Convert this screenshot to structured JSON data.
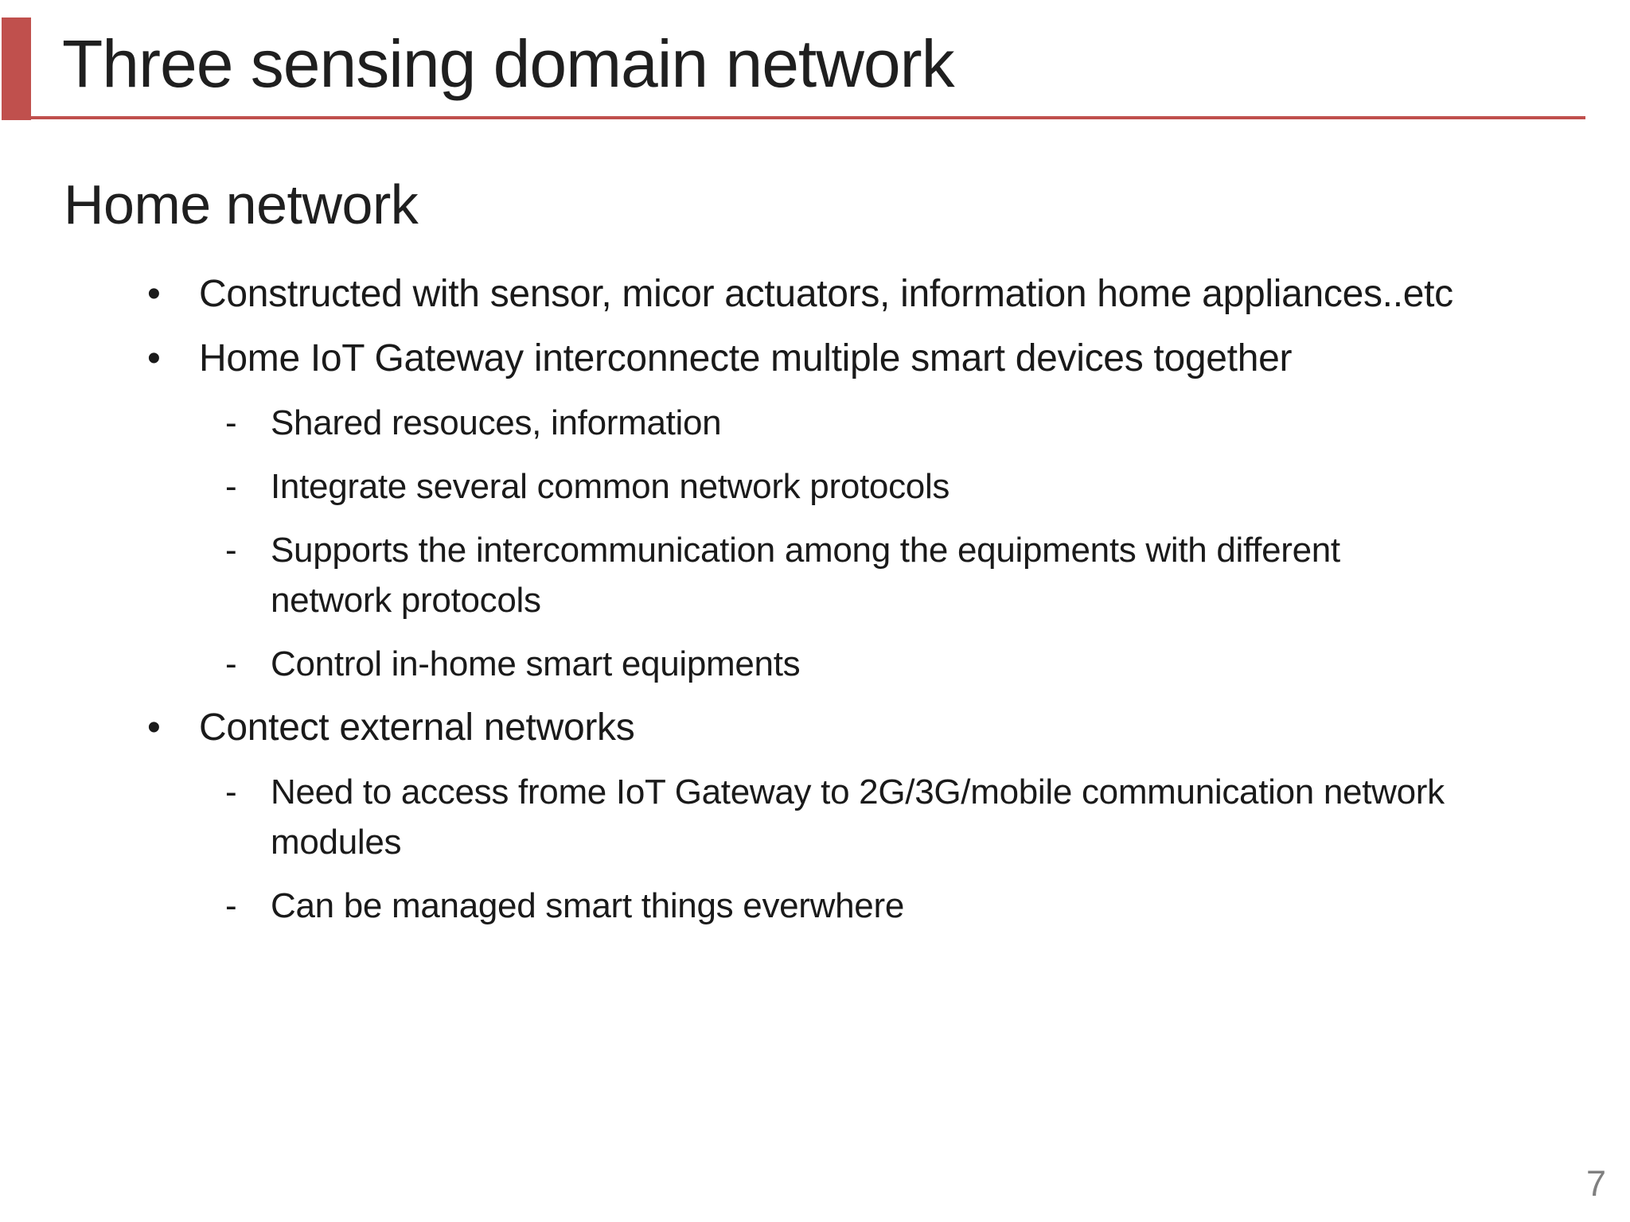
{
  "title": {
    "text": "Three sensing domain network"
  },
  "section": {
    "heading": "Home network"
  },
  "bullets": [
    {
      "level": 1,
      "marker": "•",
      "text": "Constructed with sensor, micor actuators, information home appliances..etc"
    },
    {
      "level": 1,
      "marker": "•",
      "text": "Home IoT Gateway interconnecte multiple smart devices together"
    },
    {
      "level": 2,
      "marker": "-",
      "text": "Shared resouces, information"
    },
    {
      "level": 2,
      "marker": "-",
      "text": "Integrate several common network protocols"
    },
    {
      "level": 2,
      "marker": "-",
      "text": "Supports the intercommunication among the equipments with different network protocols"
    },
    {
      "level": 2,
      "marker": "-",
      "text": "Control in-home smart equipments"
    },
    {
      "level": 1,
      "marker": "•",
      "text": "Contect external networks"
    },
    {
      "level": 2,
      "marker": "-",
      "text": "Need to access frome IoT Gateway to 2G/3G/mobile communication network modules"
    },
    {
      "level": 2,
      "marker": "-",
      "text": "Can be managed smart things everwhere"
    }
  ],
  "page": {
    "number": "7"
  },
  "colors": {
    "accent": "#c0504d",
    "text": "#1a1a1a",
    "page_number": "#808080",
    "background": "#ffffff"
  }
}
